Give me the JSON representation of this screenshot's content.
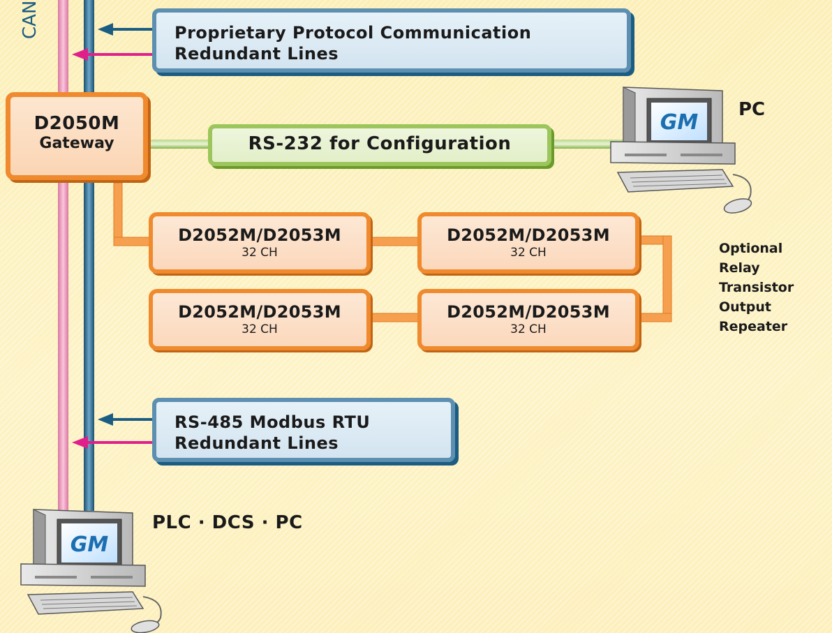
{
  "cable_label": "CAN",
  "top_bus": {
    "line1": "Proprietary Protocol Communication",
    "line2": "Redundant Lines"
  },
  "gateway": {
    "model": "D2050M",
    "role": "Gateway"
  },
  "config_link": "RS-232 for Configuration",
  "config_pc_label": "PC",
  "modules": [
    {
      "model": "D2052M/D2053M",
      "channels": "32 CH"
    },
    {
      "model": "D2052M/D2053M",
      "channels": "32 CH"
    },
    {
      "model": "D2052M/D2053M",
      "channels": "32 CH"
    },
    {
      "model": "D2052M/D2053M",
      "channels": "32 CH"
    }
  ],
  "optional_list": [
    "Optional",
    "Relay",
    "Transistor",
    "Output",
    "Repeater"
  ],
  "bottom_bus": {
    "line1": "RS-485 Modbus RTU",
    "line2": "Redundant Lines"
  },
  "host_label": "PLC · DCS · PC",
  "logo_text": "GM",
  "colors": {
    "pink_line": "#f3a3c6",
    "blue_line": "#2f6f96",
    "orange": "#f08a2e",
    "green": "#9cc55c",
    "arrow_magenta": "#e0208a",
    "arrow_blue": "#1b5c82"
  }
}
